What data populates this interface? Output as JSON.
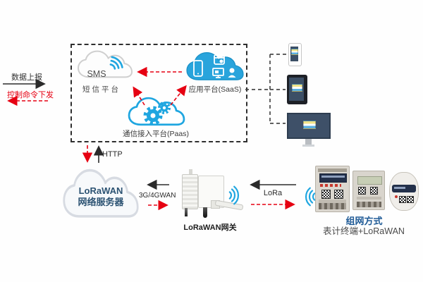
{
  "colors": {
    "accent_blue": "#29a4dc",
    "red": "#e60012",
    "server_text_navy": "#2b5272",
    "title_blue": "#1e5a96",
    "line_dark": "#2b2b2b"
  },
  "flows": {
    "uplink": "数据上报",
    "downlink": "控制命令下发"
  },
  "platform_box": {
    "sms_cloud_text": "SMS",
    "sms_label": "短信平台",
    "saas_label": "应用平台(SaaS)",
    "paas_label": "通信接入平台(Paas)"
  },
  "links": {
    "http": "HTTP",
    "wan": "3G/4GWAN",
    "lora": "LoRa"
  },
  "network_server": {
    "line1": "LoRaWAN",
    "line2": "网络服务器"
  },
  "gateway": {
    "label": "LoRaWAN网关"
  },
  "terminals": {
    "title": "组网方式",
    "subtitle": "表计终端+LoRaWAN"
  }
}
